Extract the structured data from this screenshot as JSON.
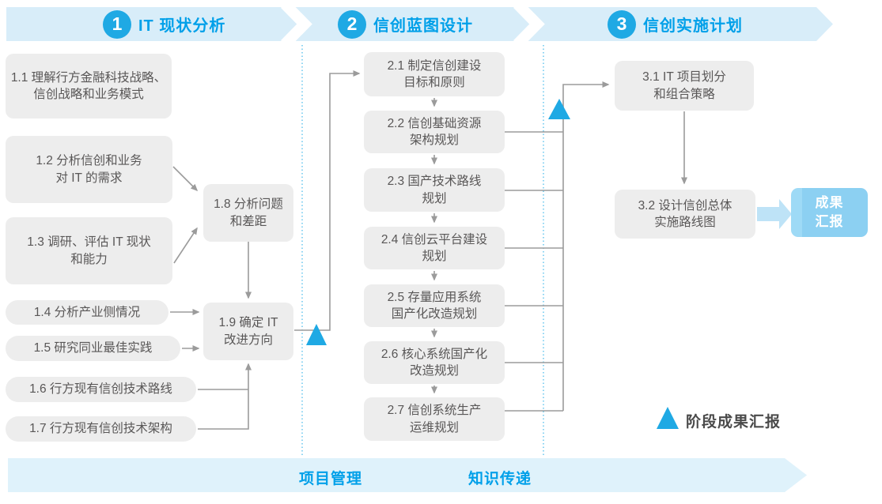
{
  "header": {
    "phases": [
      {
        "number": "1",
        "label": "IT 现状分析"
      },
      {
        "number": "2",
        "label": "信创蓝图设计"
      },
      {
        "number": "3",
        "label": "信创实施计划"
      }
    ]
  },
  "phase1_boxes": [
    {
      "label": "1.1 理解行方金融科技战略、\n信创战略和业务模式"
    },
    {
      "label": "1.2 分析信创和业务\n对 IT 的需求"
    },
    {
      "label": "1.3 调研、评估 IT 现状\n和能力"
    },
    {
      "label": "1.4 分析产业侧情况"
    },
    {
      "label": "1.5 研究同业最佳实践"
    },
    {
      "label": "1.6 行方现有信创技术路线"
    },
    {
      "label": "1.7 行方现有信创技术架构"
    },
    {
      "label": "1.8 分析问题\n和差距"
    },
    {
      "label": "1.9 确定 IT\n改进方向"
    }
  ],
  "phase2_boxes": [
    {
      "label": "2.1 制定信创建设\n目标和原则"
    },
    {
      "label": "2.2 信创基础资源\n架构规划"
    },
    {
      "label": "2.3 国产技术路线\n规划"
    },
    {
      "label": "2.4 信创云平台建设\n规划"
    },
    {
      "label": "2.5 存量应用系统\n国产化改造规划"
    },
    {
      "label": "2.6 核心系统国产化\n改造规划"
    },
    {
      "label": "2.7 信创系统生产\n运维规划"
    }
  ],
  "phase3_boxes": [
    {
      "label": "3.1 IT 项目划分\n和组合策略"
    },
    {
      "label": "3.2 设计信创总体\n实施路线图"
    }
  ],
  "deliverable": {
    "label": "成果\n汇报"
  },
  "legend": {
    "label": "阶段成果汇报"
  },
  "footer": {
    "items": [
      {
        "label": "项目管理"
      },
      {
        "label": "知识传递"
      }
    ]
  },
  "colors": {
    "accent_blue": "#1FA9E4",
    "header_text_blue": "#00A0E9",
    "band_light_blue": "#D8EDF9",
    "footer_light_blue": "#DFF2FB",
    "box_gray": "#EDEDED",
    "box_text_gray": "#595757",
    "connector_gray": "#A0A0A0",
    "deliverable_blue": "#8CD0F2"
  }
}
